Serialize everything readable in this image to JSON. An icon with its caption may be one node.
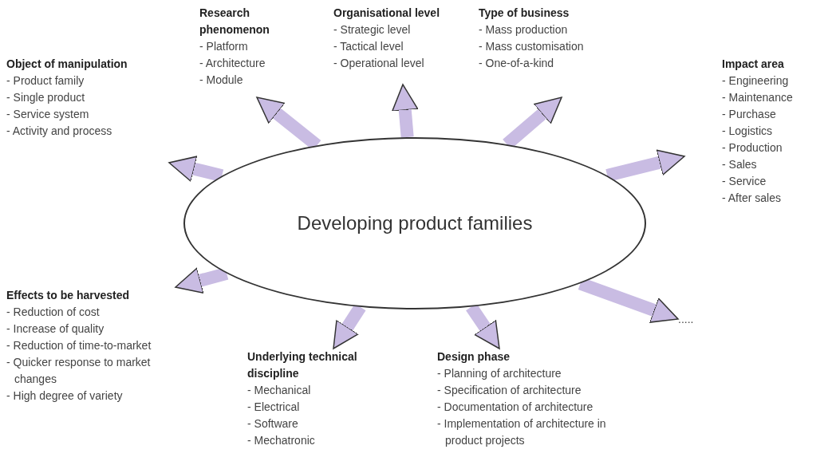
{
  "diagram": {
    "nodes": [
      {
        "text": [
          "Developing product families"
        ]
      },
      {
        "text": [
          "Research phenomenon",
          "- Platform",
          "- Architecture",
          "- Module"
        ]
      },
      {
        "text": [
          "Organisational level",
          "- Strategic level",
          "- Tactical level",
          "- Operational level"
        ]
      },
      {
        "text": [
          "Type of business",
          "- Mass production",
          "- Mass customisation",
          "- One-of-a-kind"
        ]
      },
      {
        "text": [
          "Object of manipulation",
          "- Product family",
          "- Single product",
          "- Service system",
          "- Activity and process"
        ]
      },
      {
        "text": [
          "Impact area",
          "- Engineering",
          "- Maintenance",
          "- Purchase",
          "- Logistics",
          "- Production",
          "- Sales",
          "- Service",
          "- After sales"
        ]
      },
      {
        "text": [
          "Effects to be harvested",
          "- Reduction of cost",
          "- Increase of quality",
          "- Reduction of time-to-market",
          "- Quicker response to market changes",
          "- High degree of variety"
        ]
      },
      {
        "text": [
          "Underlying technical discipline",
          "- Mechanical",
          "- Electrical",
          "- Software",
          "- Mechatronic"
        ]
      },
      {
        "text": [
          "Design phase",
          "- Planning of architecture",
          "- Specification of architecture",
          "- Documentation of architecture",
          "- Implementation of architecture in product projects"
        ]
      },
      {
        "text": [
          "....."
        ]
      }
    ],
    "edges": [
      {
        "from": 0,
        "to": 1,
        "arrow": "to"
      },
      {
        "from": 0,
        "to": 2,
        "arrow": "to"
      },
      {
        "from": 0,
        "to": 3,
        "arrow": "to"
      },
      {
        "from": 0,
        "to": 5,
        "arrow": "to"
      },
      {
        "from": 0,
        "to": 9,
        "arrow": "to"
      },
      {
        "from": 0,
        "to": 8,
        "arrow": "to"
      },
      {
        "from": 0,
        "to": 7,
        "arrow": "to"
      },
      {
        "from": 0,
        "to": 6,
        "arrow": "to"
      },
      {
        "from": 0,
        "to": 4,
        "arrow": "to"
      }
    ]
  }
}
